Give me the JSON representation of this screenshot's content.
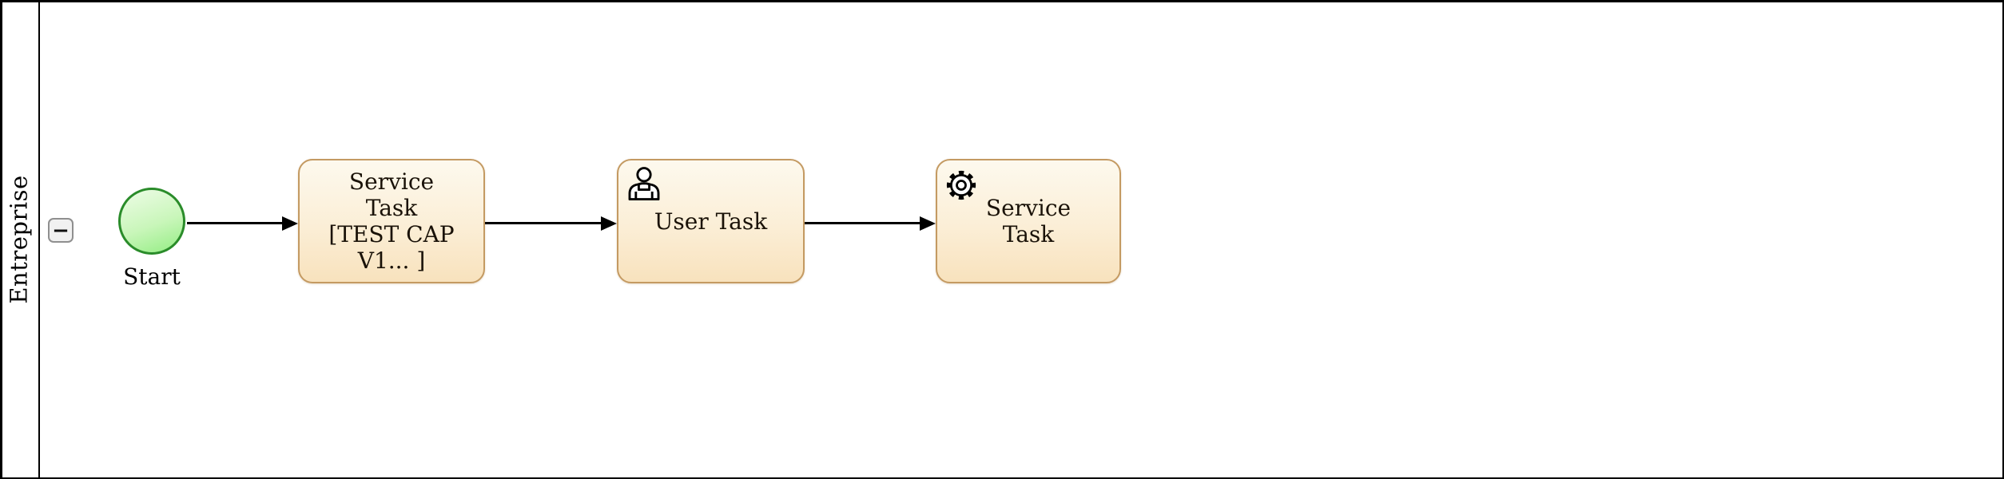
{
  "pool": {
    "lane_label": "Entreprise",
    "collapse_button_glyph": "−"
  },
  "process": {
    "start_event_label": "Start",
    "tasks": [
      {
        "label": "Service\nTask\n[TEST CAP\nV1... ]",
        "icon": "none"
      },
      {
        "label": "User Task",
        "icon": "user-icon"
      },
      {
        "label": "Service\nTask",
        "icon": "gear-icon"
      }
    ]
  },
  "colors": {
    "task_border": "#c49a62",
    "task_fill_top": "#fdf9ee",
    "task_fill_bottom": "#f8e2bd",
    "start_event_border": "#2a8c2a",
    "start_event_fill_top": "#eefce7",
    "start_event_fill_bottom": "#93ed83",
    "edge": "#000000",
    "lane_border": "#000000"
  }
}
